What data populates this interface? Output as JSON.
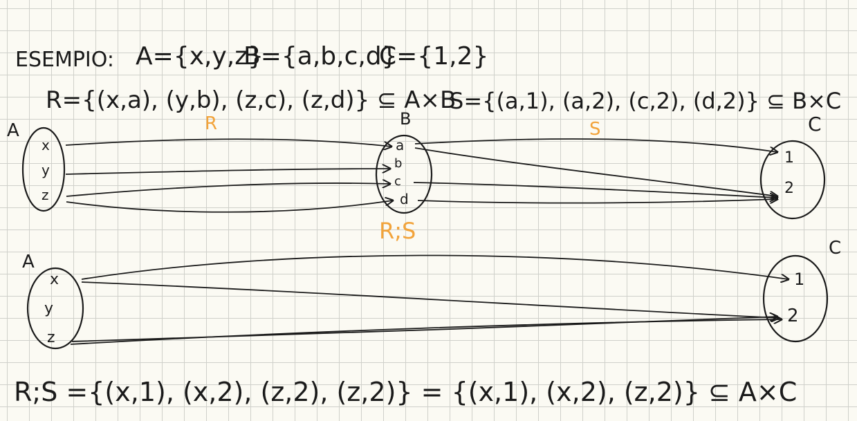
{
  "lines": {
    "example_label": "ESEMPIO:",
    "set_a": "A={x,y,z}",
    "set_b": "B={a,b,c,d}",
    "set_c": "C={1,2}",
    "rel_r": "R={(x,a), (y,b), (z,c), (z,d)} ⊆ A×B",
    "rel_s": "S={(a,1), (a,2), (c,2), (d,2)} ⊆ B×C",
    "bottom": "R;S ={(x,1), (x,2), (z,2), (z,2)} = {(x,1), (x,2), (z,2)} ⊆ A×C"
  },
  "diagram_top": {
    "set_a_label": "A",
    "set_b_label": "B",
    "set_c_label": "C",
    "arrow_label_r": "R",
    "arrow_label_s": "S",
    "a_elements": [
      "x",
      "y",
      "z"
    ],
    "b_elements": [
      "a",
      "b",
      "c",
      "d"
    ],
    "c_elements": [
      "1",
      "2"
    ]
  },
  "diagram_bottom": {
    "set_a_label": "A",
    "set_c_label": "C",
    "composition_label": "R;S",
    "a_elements": [
      "x",
      "y",
      "z"
    ],
    "c_elements": [
      "1",
      "2"
    ]
  },
  "colors": {
    "ink": "#1a1a1a",
    "highlight": "#f2a33a",
    "paper": "#fbfaf3",
    "grid": "#cfd0ca"
  }
}
